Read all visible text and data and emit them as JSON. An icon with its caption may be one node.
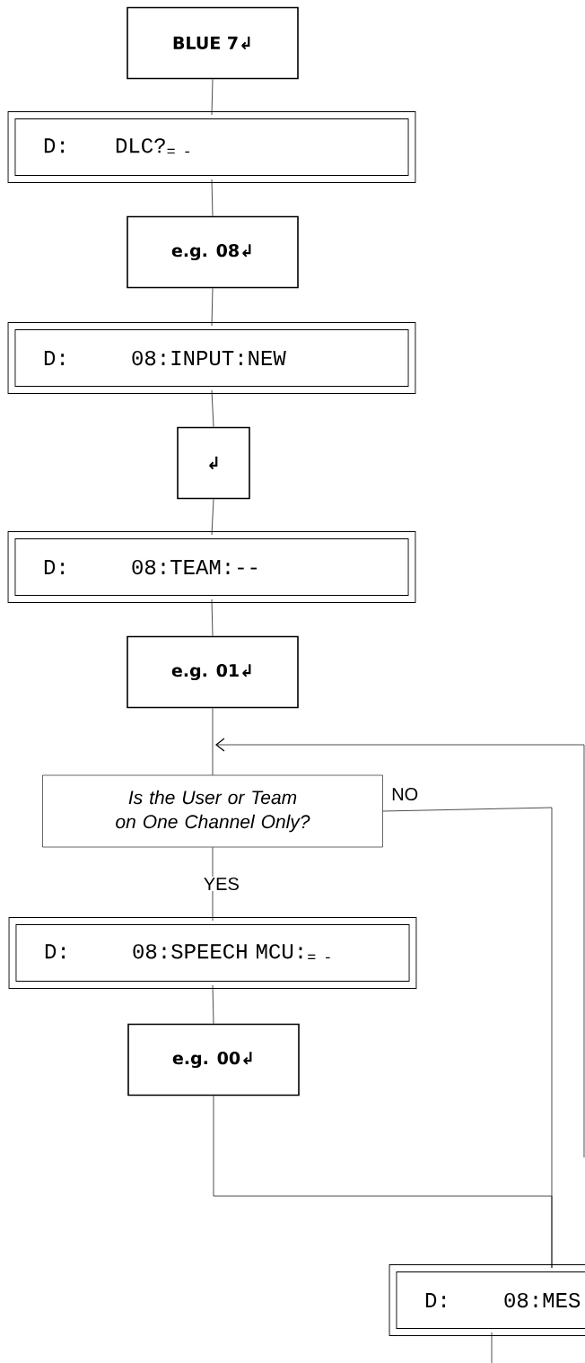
{
  "diagram": {
    "nodes": [
      {
        "text": [
          "BLUE 7↲"
        ]
      },
      {
        "text": [
          "D:",
          "DLC?$_{= -}$"
        ]
      },
      {
        "text": [
          "e.g. 08↲"
        ]
      },
      {
        "text": [
          "D:",
          "08:INPUT:NEW"
        ]
      },
      {
        "text": [
          "↲"
        ]
      },
      {
        "text": [
          "D:",
          "08:TEAM:--"
        ]
      },
      {
        "text": [
          "e.g. 01↲"
        ]
      },
      {
        "text": [
          "Is the User or Team on One Channel Only?"
        ]
      },
      {
        "text": [
          "D:",
          "08:SPEECH MCU:$_{= -}$"
        ]
      },
      {
        "text": [
          "e.g. 00↲"
        ]
      },
      {
        "text": [
          "D:",
          "08:MES"
        ]
      }
    ],
    "edges": [
      {
        "from": 0,
        "to": 1,
        "arrow": "none"
      },
      {
        "from": 1,
        "to": 2,
        "arrow": "none"
      },
      {
        "from": 2,
        "to": 3,
        "arrow": "none"
      },
      {
        "from": 3,
        "to": 4,
        "arrow": "none"
      },
      {
        "from": 4,
        "to": 5,
        "arrow": "none"
      },
      {
        "from": 5,
        "to": 6,
        "arrow": "none"
      },
      {
        "from": 6,
        "to": 7,
        "arrow": "none"
      },
      {
        "from": 7,
        "to": 8,
        "arrow": "none",
        "label": "YES"
      },
      {
        "from": 8,
        "to": 9,
        "arrow": "none"
      },
      {
        "from": 9,
        "to": 10,
        "arrow": "none"
      },
      {
        "from": 7,
        "to": 10,
        "arrow": "none",
        "label": "NO"
      },
      {
        "from": null,
        "to": 7,
        "arrow": "to"
      },
      {
        "from": 10,
        "to": null,
        "arrow": "none"
      }
    ]
  }
}
